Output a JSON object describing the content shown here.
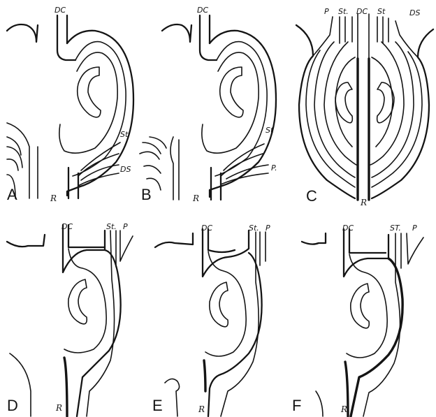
{
  "panels": [
    {
      "letter": "A",
      "labels": {
        "dc": "DC",
        "st": "St",
        "ds": "DS",
        "r": "R"
      }
    },
    {
      "letter": "B",
      "labels": {
        "dc": "DC",
        "st": "St",
        "p": "P.",
        "r": "R"
      }
    },
    {
      "letter": "C",
      "labels": {
        "p": "P",
        "st_left": "St.",
        "dc": "DC",
        "st_right": "St",
        "ds": "DS",
        "r": "R"
      }
    },
    {
      "letter": "D",
      "labels": {
        "dc": "DC",
        "st": "St.",
        "p": "P",
        "r": "R"
      }
    },
    {
      "letter": "E",
      "labels": {
        "dc": "DC",
        "st": "St.",
        "p": "P",
        "r": "R"
      }
    },
    {
      "letter": "F",
      "labels": {
        "dc": "DC",
        "st": "ST.",
        "p": "P",
        "r": "R"
      }
    }
  ],
  "colors": {
    "ink": "#141414",
    "background": "#ffffff"
  }
}
